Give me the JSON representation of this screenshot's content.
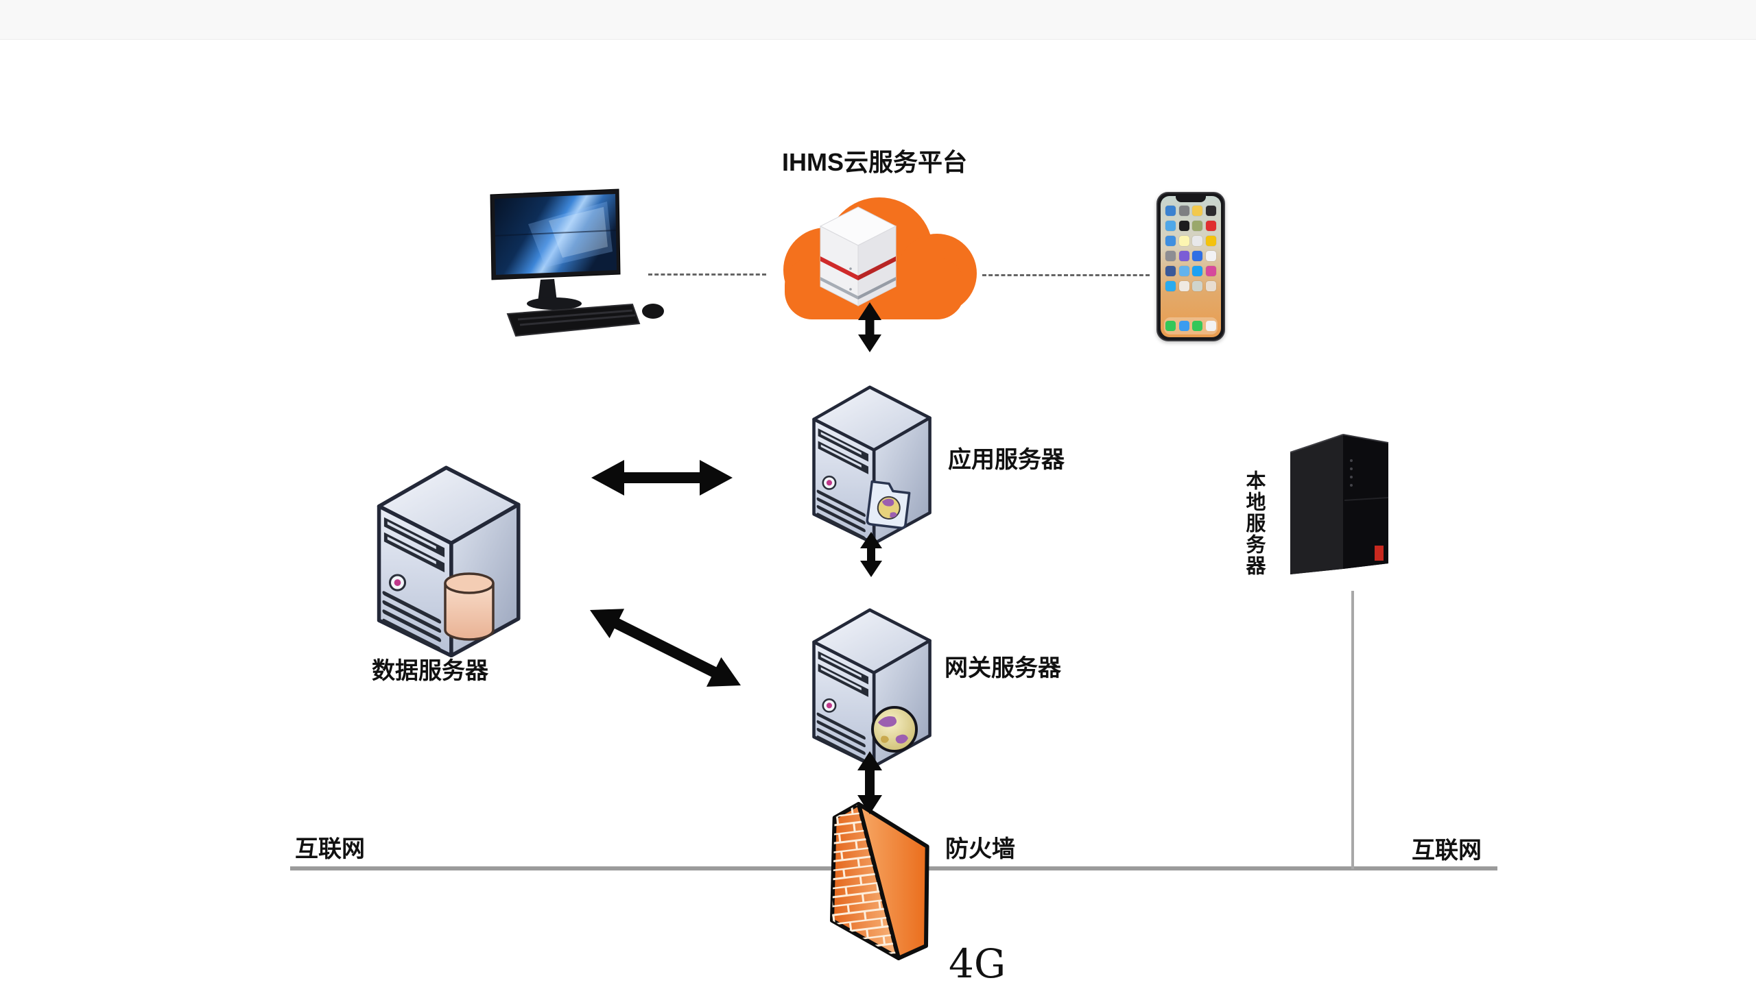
{
  "title": "IHMS云服务平台",
  "labels": {
    "app_server": "应用服务器",
    "gateway_server": "网关服务器",
    "data_server": "数据服务器",
    "local_server": "本地服务器",
    "firewall": "防火墙",
    "internet_left": "互联网",
    "internet_right": "互联网",
    "network_4g": "4G"
  },
  "nodes": [
    {
      "id": "cloud-platform",
      "label": "IHMS云服务平台",
      "icon": "orange-cloud-with-server-stack"
    },
    {
      "id": "desktop-computer",
      "label": "",
      "icon": "desktop-monitor-keyboard-mouse"
    },
    {
      "id": "smartphone",
      "label": "",
      "icon": "iphone-home-screen"
    },
    {
      "id": "app-server",
      "label": "应用服务器",
      "icon": "tower-server-with-web-folder"
    },
    {
      "id": "gateway-server",
      "label": "网关服务器",
      "icon": "tower-server-with-globe"
    },
    {
      "id": "data-server",
      "label": "数据服务器",
      "icon": "tower-server-with-database"
    },
    {
      "id": "local-server",
      "label": "本地服务器",
      "icon": "black-tower-pc"
    },
    {
      "id": "firewall",
      "label": "防火墙",
      "icon": "orange-brick-wall"
    }
  ],
  "edges": [
    {
      "from": "desktop-computer",
      "to": "cloud-platform",
      "style": "dashed"
    },
    {
      "from": "cloud-platform",
      "to": "smartphone",
      "style": "dashed"
    },
    {
      "from": "cloud-platform",
      "to": "app-server",
      "style": "double-arrow-vertical"
    },
    {
      "from": "data-server",
      "to": "app-server",
      "style": "double-arrow-horizontal"
    },
    {
      "from": "data-server",
      "to": "gateway-server",
      "style": "double-arrow-diagonal"
    },
    {
      "from": "app-server",
      "to": "gateway-server",
      "style": "double-arrow-vertical"
    },
    {
      "from": "gateway-server",
      "to": "firewall",
      "style": "double-arrow-vertical"
    },
    {
      "from": "firewall",
      "to": "internet-line",
      "style": "on-line"
    },
    {
      "from": "local-server",
      "to": "internet-line",
      "style": "solid-vertical"
    }
  ],
  "colors": {
    "cloud_orange": "#F4711D",
    "firewall_brick_dark": "#E4661C",
    "firewall_brick_light": "#F9B77E",
    "brick_mortar": "#FDEEDC",
    "arrow_black": "#0a0a0a",
    "internet_line_gray": "#9B9B9B",
    "topbar_bg": "#F8F8F8",
    "server_body_light": "#E8ECF5",
    "server_body_dark": "#9BA6BD",
    "database_pink": "#EFC0A4"
  },
  "phone": {
    "app_colors": [
      "#3b82d0",
      "#7d7f82",
      "#f2c94c",
      "#2b2b2e",
      "#4fa8e8",
      "#1c1c1e",
      "#9aa86b",
      "#e02f2f",
      "#3f8fe0",
      "#fdf6b2",
      "#e8e8ea",
      "#f4c20d",
      "#8e8e93",
      "#7b5cd6",
      "#2f6fe4",
      "#f2f2f4",
      "#3b5998",
      "#63b3ed",
      "#1da1f2",
      "#d64a9c",
      "#2aabee",
      "#efe9e2",
      "#cfd4cc",
      "#e8ddd0"
    ],
    "dock_colors": [
      "#35c759",
      "#3b9cf0",
      "#35c759",
      "#f2f2f2"
    ]
  }
}
